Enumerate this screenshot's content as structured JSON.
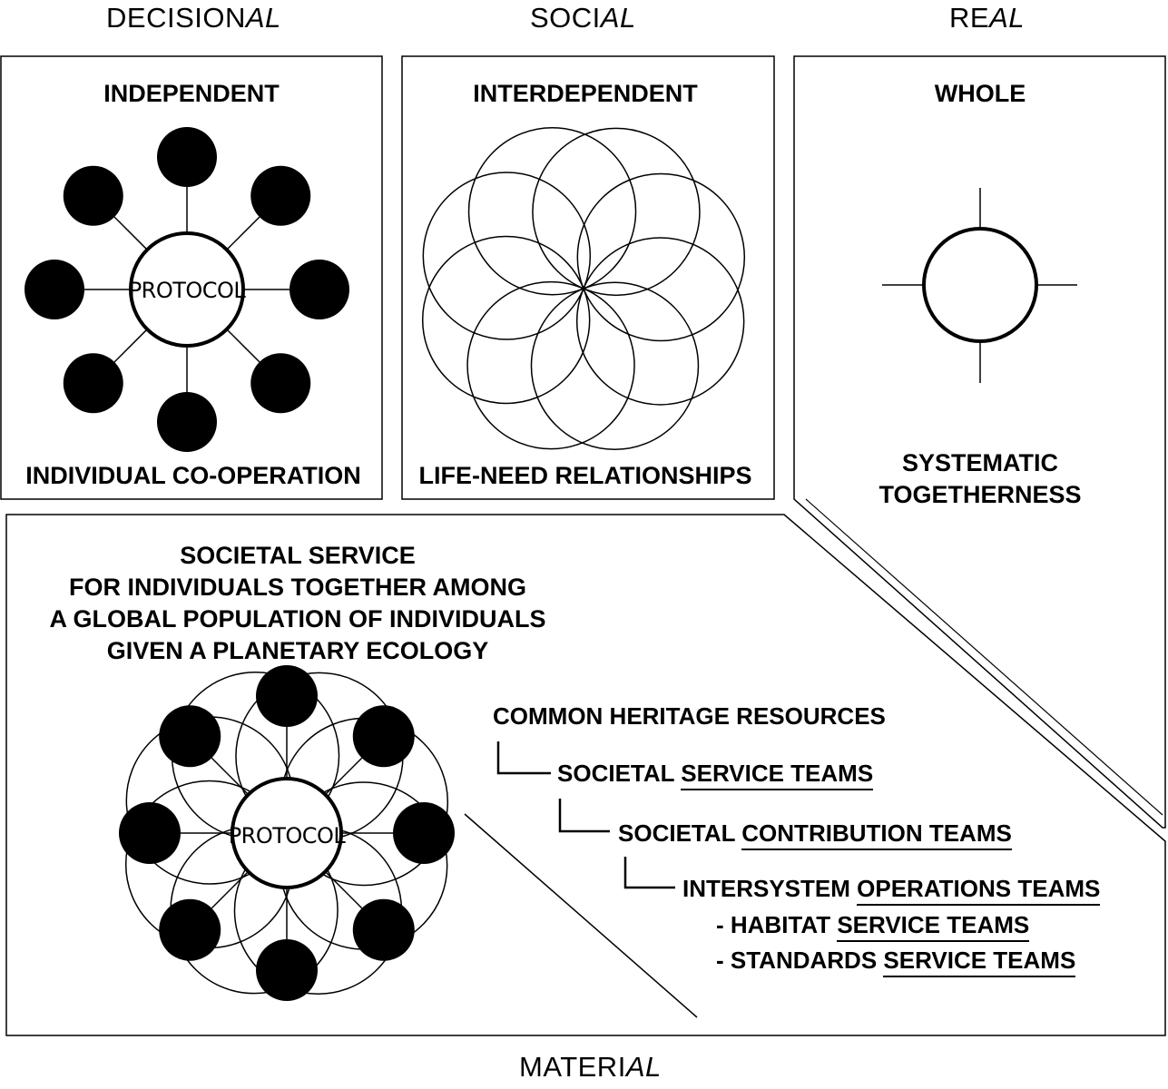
{
  "headings": {
    "decisional": {
      "main": "DECISION",
      "italic": "AL"
    },
    "social": {
      "main": "SOCI",
      "italic": "AL"
    },
    "real": {
      "main": "RE",
      "italic": "AL"
    },
    "material": {
      "main": "MATERI",
      "italic": "AL"
    }
  },
  "decisional_panel": {
    "title": "INDEPENDENT",
    "center_label": "PROTOCOL",
    "caption": "INDIVIDUAL CO-OPERATION"
  },
  "social_panel": {
    "title": "INTERDEPENDENT",
    "caption": "LIFE-NEED RELATIONSHIPS"
  },
  "real_panel": {
    "title": "WHOLE",
    "caption_line1": "SYSTEMATIC",
    "caption_line2": "TOGETHERNESS"
  },
  "material_panel": {
    "description": [
      "SOCIETAL SERVICE",
      "FOR INDIVIDUALS TOGETHER AMONG",
      "A GLOBAL POPULATION OF INDIVIDUALS",
      "GIVEN A PLANETARY ECOLOGY"
    ],
    "center_label": "PROTOCOL",
    "hierarchy": {
      "root": "COMMON HERITAGE RESOURCES",
      "level1": {
        "prefix": "SOCIETAL ",
        "underlined": "SERVICE TEAMS"
      },
      "level2": {
        "prefix": "SOCIETAL ",
        "underlined": "CONTRIBUTION TEAMS"
      },
      "level3": {
        "prefix": "INTERSYSTEM ",
        "underlined": "OPERATIONS TEAMS"
      },
      "sub1": {
        "prefix": "- HABITAT ",
        "underlined": "SERVICE TEAMS"
      },
      "sub2": {
        "prefix": "- STANDARDS ",
        "underlined": "SERVICE TEAMS"
      }
    }
  },
  "colors": {
    "ink": "#000000",
    "paper": "#ffffff"
  }
}
